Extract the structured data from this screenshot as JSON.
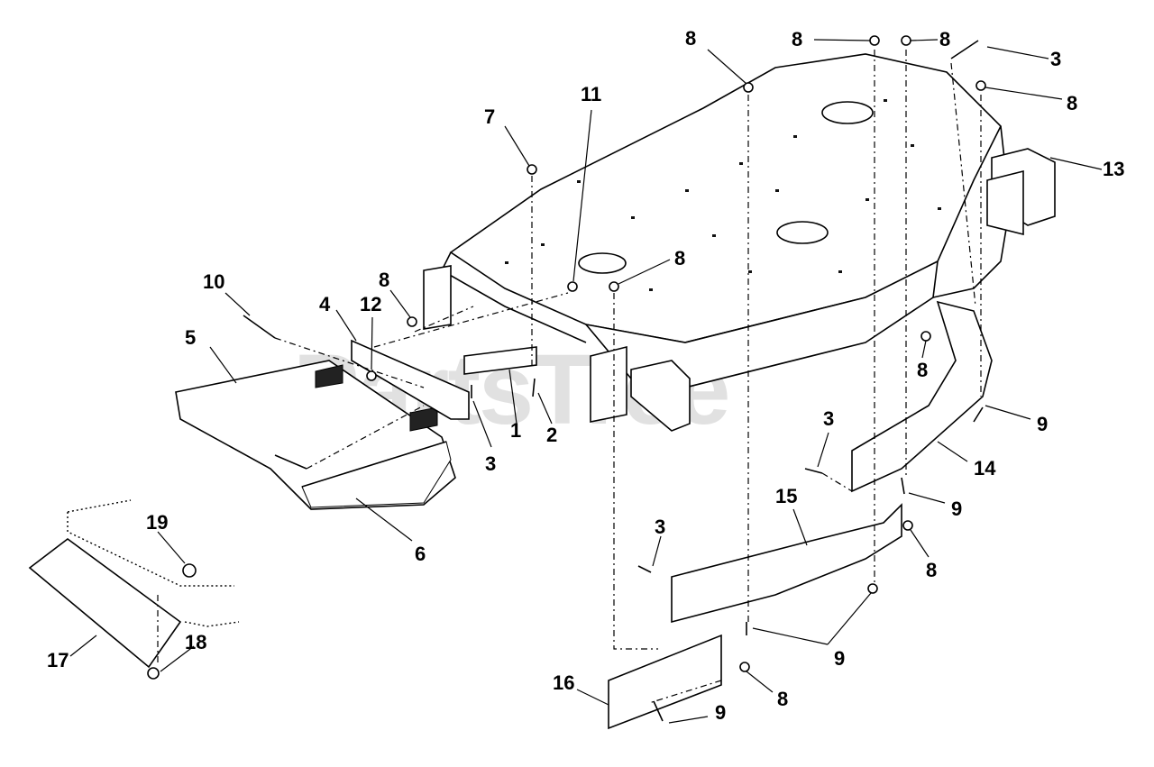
{
  "watermark": "PartsTree",
  "callouts": {
    "c1": "1",
    "c2": "2",
    "c3a": "3",
    "c3b": "3",
    "c3c": "3",
    "c3d": "3",
    "c4": "4",
    "c5": "5",
    "c6": "6",
    "c7": "7",
    "c8a": "8",
    "c8b": "8",
    "c8c": "8",
    "c8d": "8",
    "c8e": "8",
    "c8f": "8",
    "c8g": "8",
    "c8h": "8",
    "c8i": "8",
    "c9a": "9",
    "c9b": "9",
    "c9c": "9",
    "c9d": "9",
    "c10": "10",
    "c11": "11",
    "c12": "12",
    "c13": "13",
    "c14": "14",
    "c15": "15",
    "c16": "16",
    "c17": "17",
    "c18": "18",
    "c19": "19"
  }
}
